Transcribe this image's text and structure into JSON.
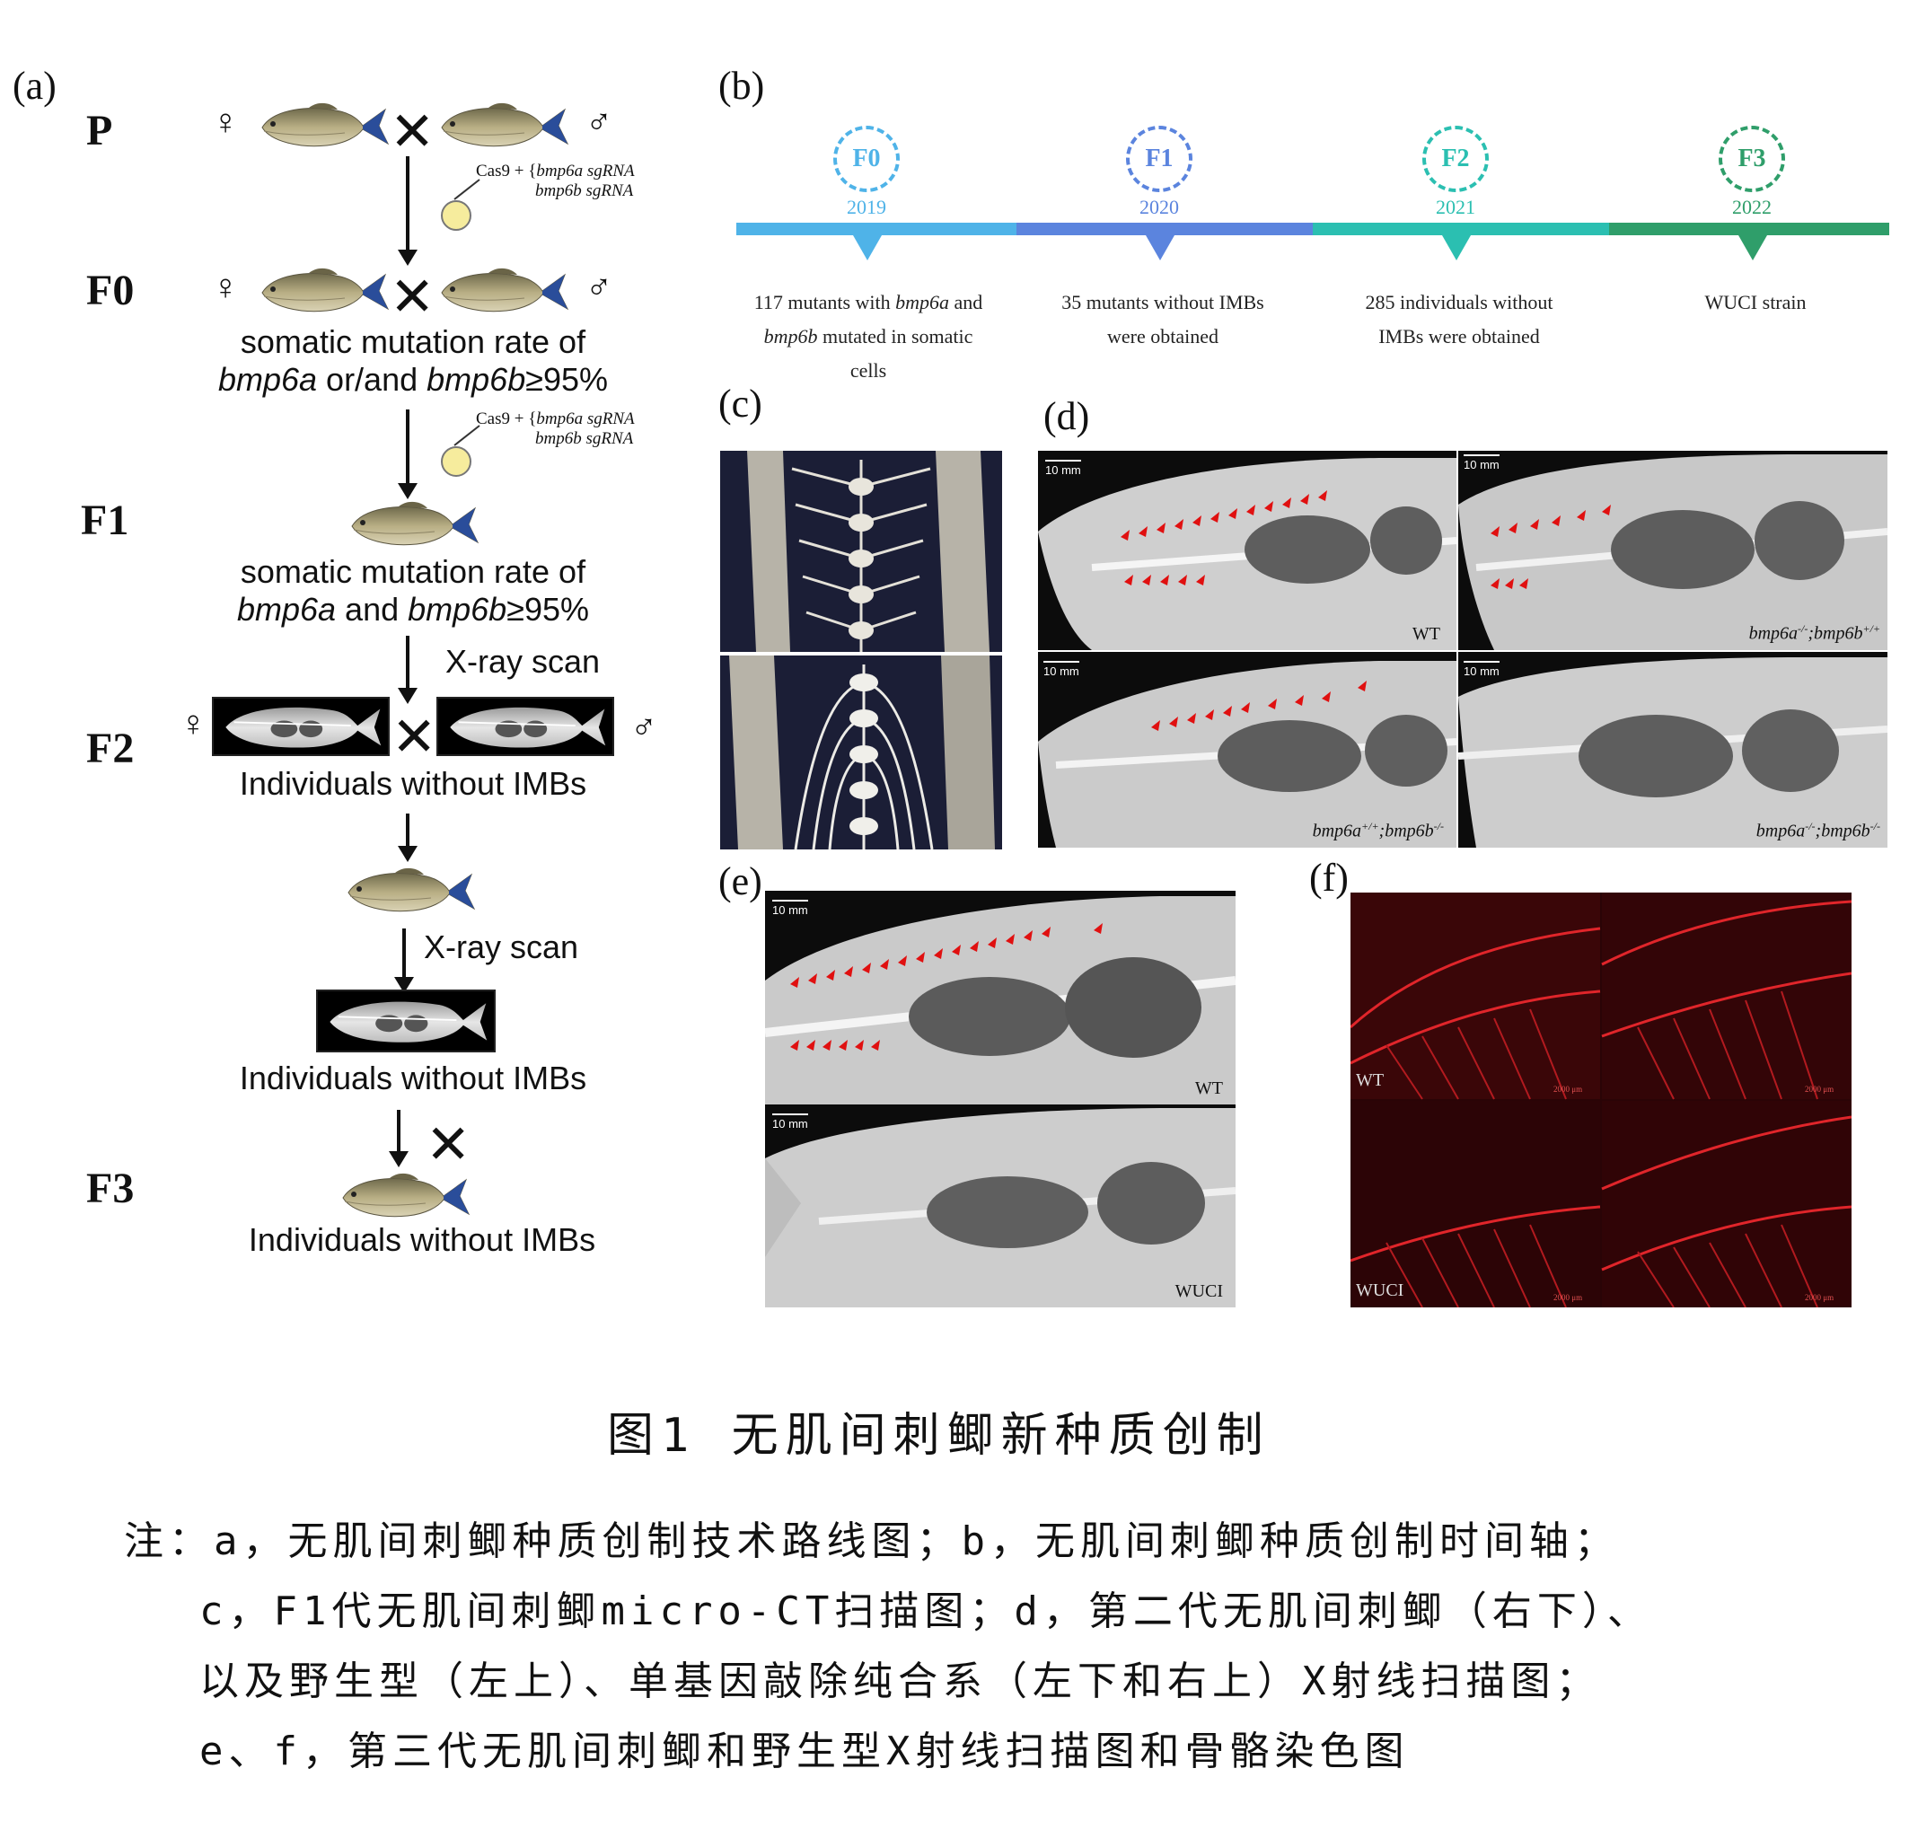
{
  "panel_labels": {
    "a": "(a)",
    "b": "(b)",
    "c": "(c)",
    "d": "(d)",
    "e": "(e)",
    "f": "(f)"
  },
  "generations": {
    "p": "P",
    "f0": "F0",
    "f1": "F1",
    "f2": "F2",
    "f3": "F3"
  },
  "symbols": {
    "female": "♀",
    "male": "♂",
    "cross": "✕"
  },
  "injection": {
    "cas9": "Cas9 +",
    "sg_a": "bmp6a sgRNA",
    "sg_b": "bmp6b sgRNA"
  },
  "workflow": {
    "f0_line1": "somatic mutation rate of",
    "f0_line2_a": "bmp6a",
    "f0_line2_mid": " or/and ",
    "f0_line2_b": "bmp6b",
    "f0_line2_end": "≥95%",
    "f1_line1": "somatic mutation rate of",
    "f1_line2_a": "bmp6a",
    "f1_line2_mid": " and ",
    "f1_line2_b": "bmp6b",
    "f1_line2_end": "≥95%",
    "xray1": "X-ray scan",
    "f2_text": "Individuals without IMBs",
    "xray2": "X-ray scan",
    "mid_text": "Individuals without IMBs",
    "f3_text": "Individuals without IMBs"
  },
  "timeline": {
    "colors": [
      "#4fb3e8",
      "#5b84de",
      "#2bbfb1",
      "#2f9e6a"
    ],
    "stages": [
      {
        "gen": "F0",
        "year": "2019",
        "line1_pre": "117 mutants with ",
        "line1_em": "bmp6a",
        "line1_post": " and",
        "line2_em": "bmp6b",
        "line2_post": " mutated in somatic",
        "line3": "cells"
      },
      {
        "gen": "F1",
        "year": "2020",
        "line1": "35 mutants without IMBs",
        "line2": "were obtained"
      },
      {
        "gen": "F2",
        "year": "2021",
        "line1": "285 individuals without",
        "line2": "IMBs were obtained"
      },
      {
        "gen": "F3",
        "year": "2022",
        "line1": "WUCI strain"
      }
    ]
  },
  "xray_d": {
    "scale": "10 mm",
    "labels": [
      {
        "gene_a": "",
        "text": "WT"
      },
      {
        "text": "bmp6a-/-;bmp6b+/+",
        "a": "bmp6a",
        "a_sup": "-/-",
        "sep": ";",
        "b": "bmp6b",
        "b_sup": "+/+"
      },
      {
        "text": "bmp6a+/+;bmp6b-/-",
        "a": "bmp6a",
        "a_sup": "+/+",
        "sep": ";",
        "b": "bmp6b",
        "b_sup": "-/-"
      },
      {
        "text": "bmp6a-/-;bmp6b-/-",
        "a": "bmp6a",
        "a_sup": "-/-",
        "sep": ";",
        "b": "bmp6b",
        "b_sup": "-/-"
      }
    ]
  },
  "xray_e": {
    "scale": "10 mm",
    "top_label": "WT",
    "bottom_label": "WUCI"
  },
  "stain_f": {
    "top_label": "WT",
    "bottom_label": "WUCI",
    "scale": "2000 μm"
  },
  "caption": {
    "title": "图1  无肌间刺鲫新种质创制",
    "note1": "注：a，无肌间刺鲫种质创制技术路线图；b，无肌间刺鲫种质创制时间轴；",
    "note2": "c，F1代无肌间刺鲫micro-CT扫描图；d，第二代无肌间刺鲫（右下）、",
    "note3": "以及野生型（左上）、单基因敲除纯合系（左下和右上）X射线扫描图；",
    "note4": "e、f，第三代无肌间刺鲫和野生型X射线扫描图和骨骼染色图"
  }
}
